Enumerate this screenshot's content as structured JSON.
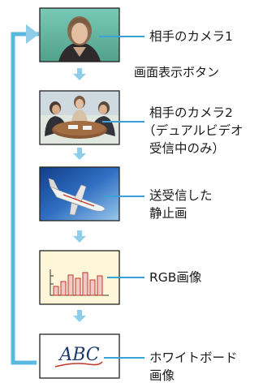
{
  "screens": [
    {
      "id": "remote-camera-1",
      "icon": "person-portrait",
      "label_lines": [
        "相手のカメラ1"
      ]
    },
    {
      "id": "remote-camera-2",
      "icon": "meeting-group",
      "label_lines": [
        "相手のカメラ2",
        "（デュアルビデオ",
        "受信中のみ）"
      ]
    },
    {
      "id": "still-image",
      "icon": "airplane",
      "label_lines": [
        "送受信した",
        "静止画"
      ]
    },
    {
      "id": "rgb-image",
      "icon": "bar-chart",
      "label_lines": [
        "RGB画像"
      ]
    },
    {
      "id": "whiteboard-image",
      "icon": "whiteboard-abc",
      "label_lines": [
        "ホワイトボード",
        "画像"
      ]
    }
  ],
  "button_label": "画面表示ボタン",
  "whiteboard_text": "ABC",
  "colors": {
    "connector": "#3aa3d6",
    "arrow": "#8fcde8",
    "frame": "#222222"
  }
}
